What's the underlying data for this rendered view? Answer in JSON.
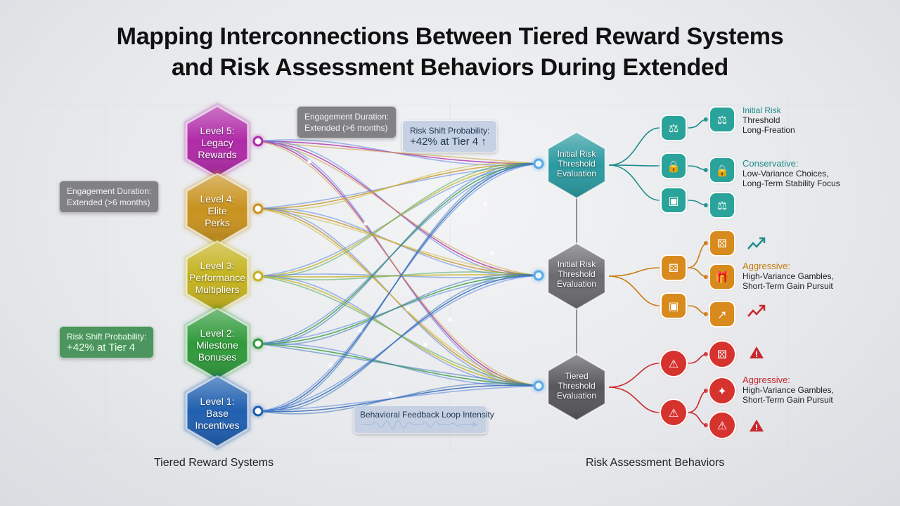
{
  "title": {
    "line1": "Mapping Interconnections Between Tiered Reward Systems",
    "line2": "and Risk Assessment Behaviors During Extended"
  },
  "tiers": [
    {
      "label": "Level 5: Legacy Rewards",
      "line1": "Level 5:",
      "line2": "Legacy",
      "line3": "Rewards",
      "color": "#b02aa8"
    },
    {
      "label": "Level 4: Elite Perks",
      "line1": "Level 4:",
      "line2": "Elite",
      "line3": "Perks",
      "color": "#c8921e"
    },
    {
      "label": "Level 3: Performance Multipliers",
      "line1": "Level 3:",
      "line2": "Performance",
      "line3": "Multipliers",
      "color": "#c4b21e"
    },
    {
      "label": "Level 2: Milestone Bonuses",
      "line1": "Level 2:",
      "line2": "Milestone",
      "line3": "Bonuses",
      "color": "#2f9a3a"
    },
    {
      "label": "Level 1: Base Incentives",
      "line1": "Level 1:",
      "line2": "Base",
      "line3": "Incentives",
      "color": "#1f5fb0"
    }
  ],
  "evaluations": [
    {
      "line1": "Initial Risk",
      "line2": "Threshold",
      "line3": "Evaluation",
      "color": "#2a9aa0"
    },
    {
      "line1": "Initial Risk",
      "line2": "Threshold",
      "line3": "Evaluation",
      "color": "#6b6b70"
    },
    {
      "line1": "Tiered",
      "line2": "Threshold",
      "line3": "Evaluation",
      "color": "#58585c"
    }
  ],
  "annotations": {
    "engagement_top": {
      "line1": "Engagement Duration:",
      "line2": "Extended (>6 months)"
    },
    "engagement_left": {
      "line1": "Engagement Duration:",
      "line2": "Extended (>6 months)"
    },
    "risk_shift_top": {
      "line1": "Risk Shift Probability:",
      "line2": "+42% at Tier 4 ↑"
    },
    "risk_shift_left": {
      "line1": "Risk Shift Probability:",
      "line2": "+42% at Tier 4"
    },
    "feedback_loop": "Behavioral Feedback Loop Intensity"
  },
  "categories": {
    "teal": {
      "title": "Initial Risk",
      "line2": "Threshold",
      "line3": "Long-Freation",
      "color": "#1f8c8c"
    },
    "conservative": {
      "title": "Conservative:",
      "line2": "Low-Variance Choices,",
      "line3": "Long-Term Stability Focus",
      "color": "#1f8c8c"
    },
    "aggressive_orange": {
      "title": "Aggressive:",
      "line2": "High-Variance Gambles,",
      "line3": "Short-Term Gain Pursuit",
      "color": "#c87a10"
    },
    "aggressive_red": {
      "title": "Aggressive:",
      "line2": "High-Variance Gambles,",
      "line3": "Short-Term Gain Pursuit",
      "color": "#c8282d"
    }
  },
  "bottom_labels": {
    "left": "Tiered Reward Systems",
    "right": "Risk Assessment Behaviors"
  },
  "icons": {
    "teal": [
      "scale-icon",
      "lock-icon",
      "wallet-icon"
    ],
    "teal_outer": [
      "scale-icon",
      "lock-icon",
      "scale-icon"
    ],
    "orange": [
      "dice-icon",
      "wallet-icon"
    ],
    "orange_outer": [
      "dice-icon",
      "gift-icon",
      "trend-up-icon"
    ],
    "red": [
      "warning-icon",
      "warning-icon"
    ],
    "red_outer": [
      "dice-icon",
      "sparkle-icon",
      "warning-icon"
    ]
  }
}
